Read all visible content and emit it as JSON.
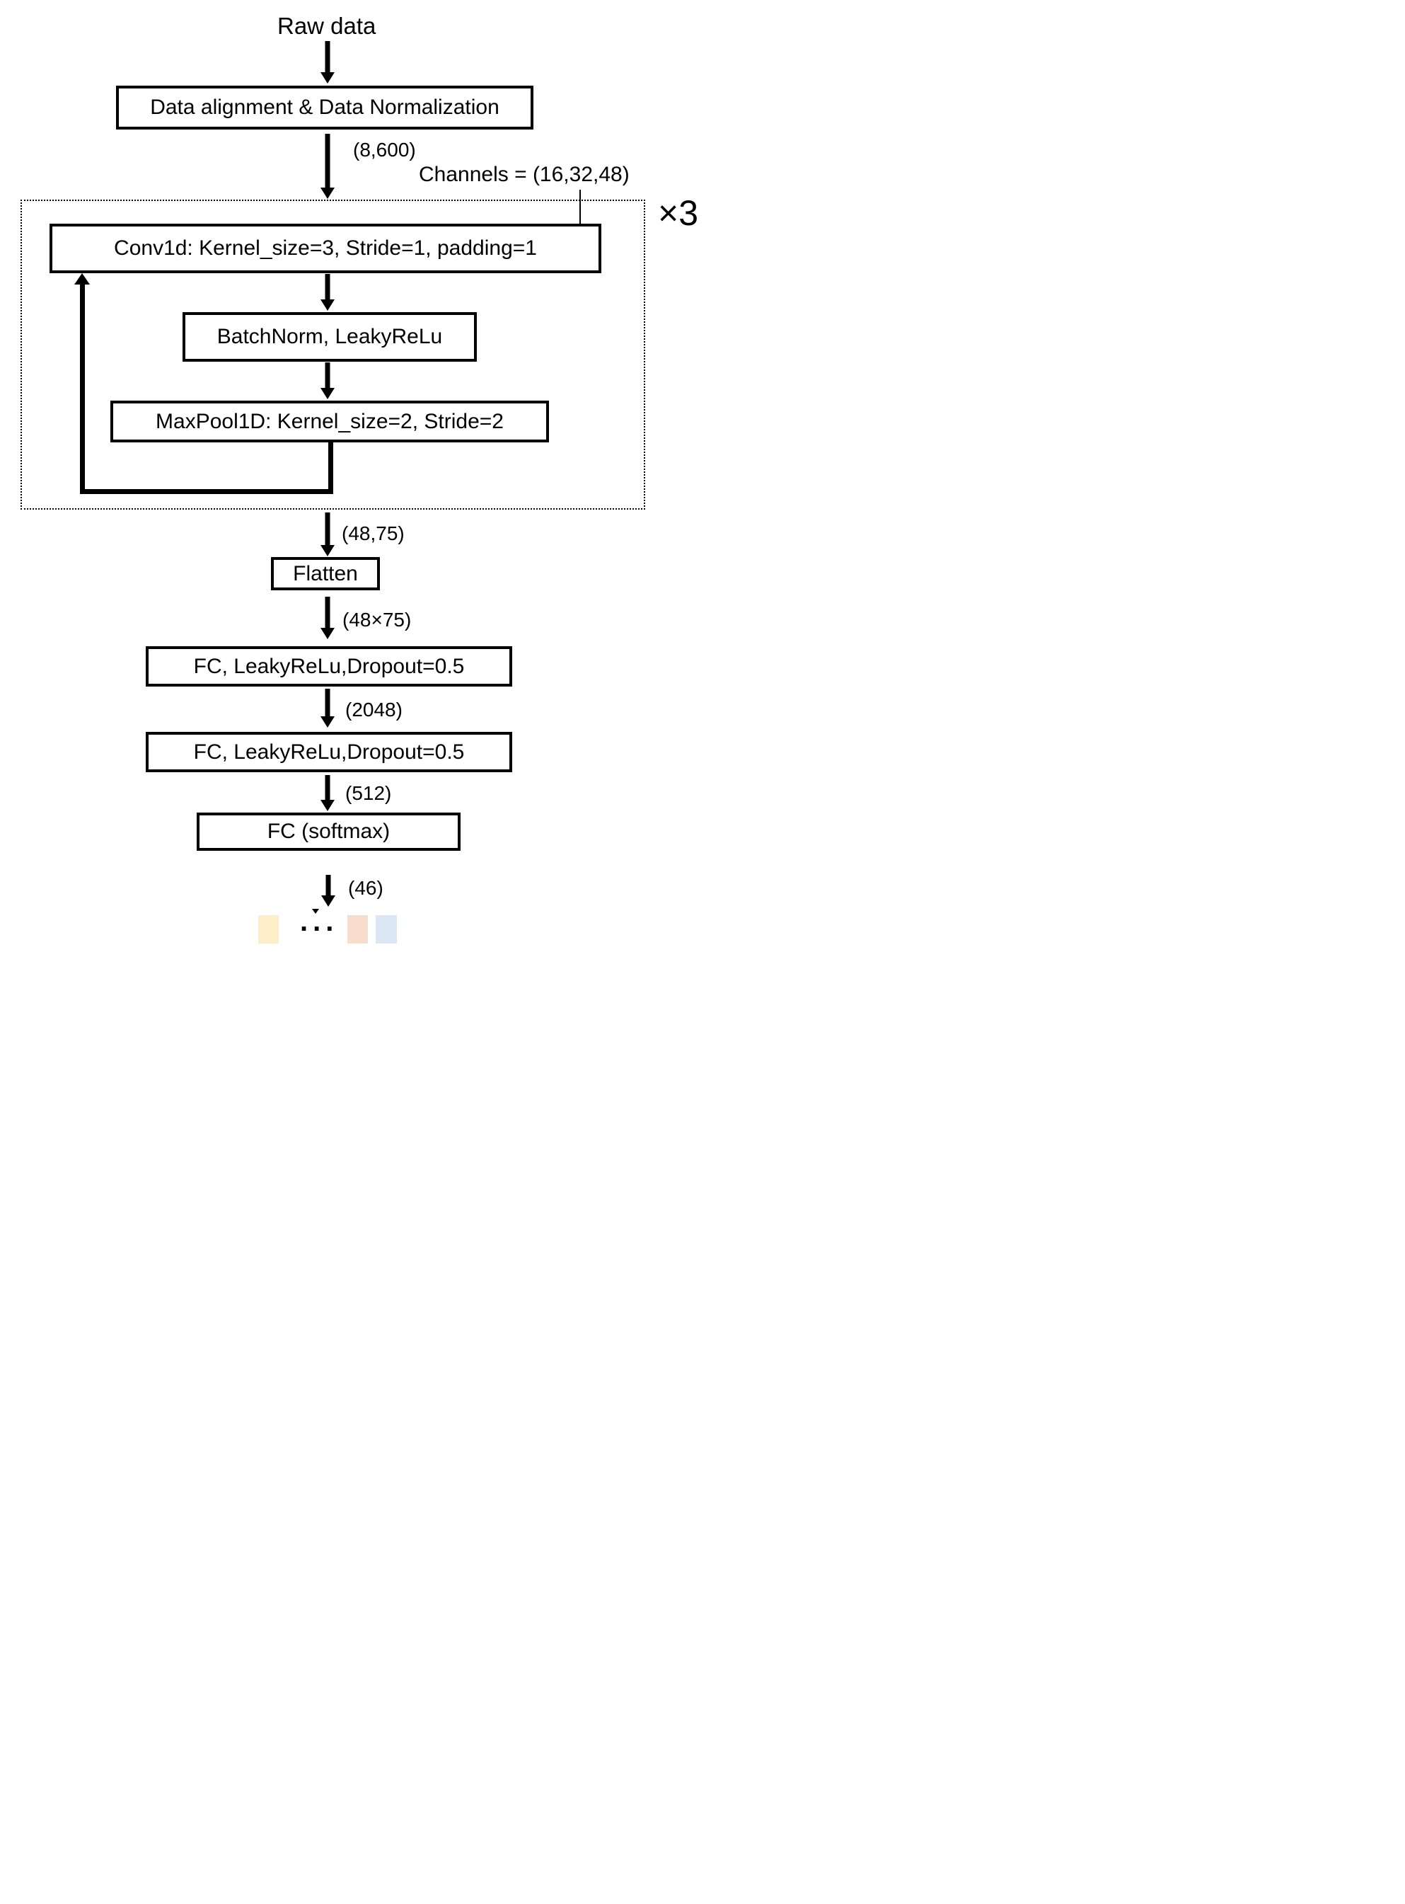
{
  "diagram": {
    "nodes": {
      "raw_data": "Raw data",
      "align_norm": "Data alignment & Data Normalization",
      "conv": "Conv1d: Kernel_size=3, Stride=1, padding=1",
      "batchnorm": "BatchNorm, LeakyReLu",
      "maxpool": "MaxPool1D: Kernel_size=2, Stride=2",
      "flatten": "Flatten",
      "fc1": "FC, LeakyReLu,Dropout=0.5",
      "fc2": "FC, LeakyReLu,Dropout=0.5",
      "fc_softmax": "FC (softmax)"
    },
    "labels": {
      "after_norm_shape": "(8,600)",
      "channels": "Channels = (16,32,48)",
      "repeat": "×3",
      "after_block_shape": "(48,75)",
      "after_flatten_shape": "(48×75)",
      "after_fc1_shape": "(2048)",
      "after_fc2_shape": "(512)",
      "output_shape": "(46)",
      "ellipsis": "..."
    },
    "output_bars": {
      "yellow": "#fdeec9",
      "peach": "#f9ddcc",
      "blue": "#dbe7f2"
    }
  }
}
